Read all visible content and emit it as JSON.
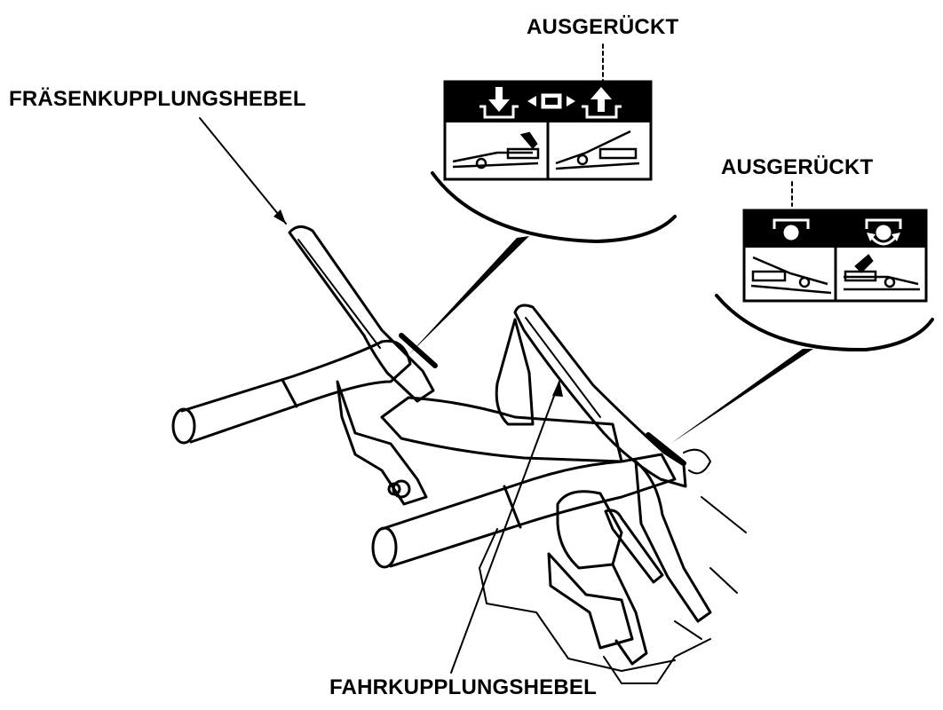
{
  "labels": {
    "tiller_clutch_lever": "FRÄSENKUPPLUNGSHEBEL",
    "disengaged_upper": "AUSGERÜCKT",
    "disengaged_right": "AUSGERÜCKT",
    "drive_clutch_lever": "FAHRKUPPLUNGSHEBEL"
  },
  "colors": {
    "ink": "#000000",
    "paper": "#ffffff"
  },
  "icons": {
    "tiller_decal": [
      "arrow-down-icon",
      "tine-shaft-icon",
      "arrow-up-icon",
      "lever-pressed-icon",
      "lever-released-icon"
    ],
    "drive_decal": [
      "wheel-stop-icon",
      "wheel-rotate-icon",
      "lever-released-icon",
      "lever-pressed-icon"
    ]
  }
}
